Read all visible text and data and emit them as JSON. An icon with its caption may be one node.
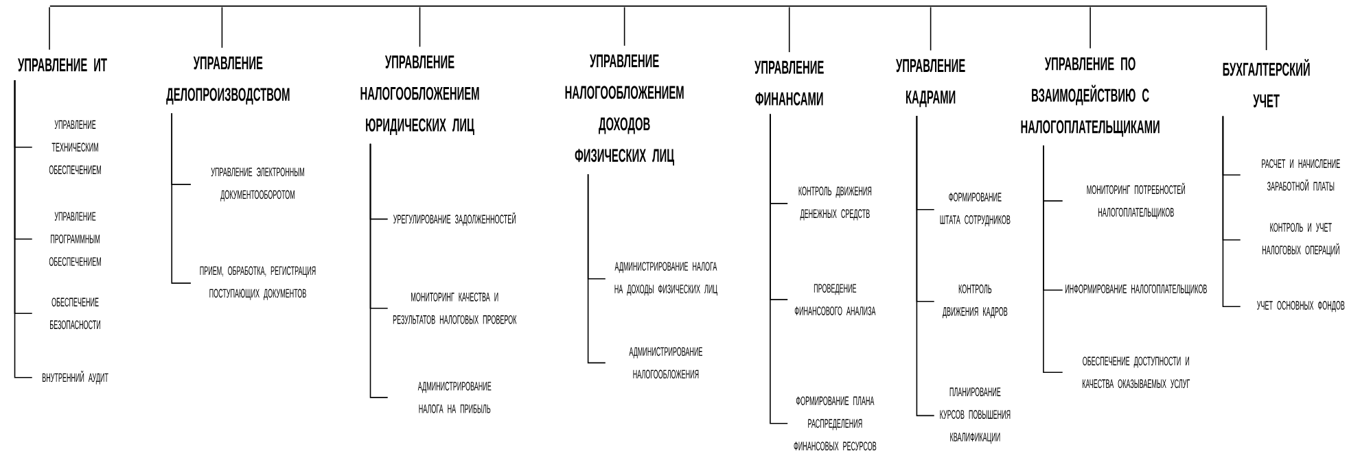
{
  "diagram": {
    "nodes": [
      {
        "text": [],
        "shape": "bar"
      },
      {
        "text": [
          "УПРАВЛЕНИЕ ИТ"
        ]
      },
      {
        "text": [
          "УПРАВЛЕНИЕ ТЕХНИЧЕСКИМ ОБЕСПЕЧЕНИЕМ"
        ]
      },
      {
        "text": [
          "УПРАВЛЕНИЕ ПРОГРАММНЫМ ОБЕСПЕЧЕНИЕМ"
        ]
      },
      {
        "text": [
          "ОБЕСПЕЧЕНИЕ БЕЗОПАСНОСТИ"
        ]
      },
      {
        "text": [
          "ВНУТРЕННИЙ АУДИТ"
        ]
      },
      {
        "text": [
          "УПРАВЛЕНИЕ ДЕЛОПРОИЗВОДСТВОМ"
        ]
      },
      {
        "text": [
          "УПРАВЛЕНИЕ ЭЛЕКТРОННЫМ ДОКУМЕНТООБОРОТОМ"
        ]
      },
      {
        "text": [
          "ПРИЕМ, ОБРАБОТКА, РЕГИСТРАЦИЯ ПОСТУПАЮЩИХ ДОКУМЕНТОВ"
        ]
      },
      {
        "text": [
          "УПРАВЛЕНИЕ НАЛОГООБЛОЖЕНИЕМ ЮРИДИЧЕСКИХ ЛИЦ"
        ]
      },
      {
        "text": [
          "УРЕГУЛИРОВАНИЕ ЗАДОЛЖЕННОСТЕЙ"
        ]
      },
      {
        "text": [
          "МОНИТОРИНГ КАЧЕСТВА И РЕЗУЛЬТАТОВ НАЛОГОВЫХ ПРОВЕРОК"
        ]
      },
      {
        "text": [
          "АДМИНИСТРИРОВАНИЕ НАЛОГА НА ПРИБЫЛЬ"
        ]
      },
      {
        "text": [
          "УПРАВЛЕНИЕ НАЛОГООБЛОЖЕНИЕМ ДОХОДОВ ФИЗИЧЕСКИХ ЛИЦ"
        ]
      },
      {
        "text": [
          "АДМИНИСТРИРОВАНИЕ НАЛОГА НА ДОХОДЫ ФИЗИЧЕСКИХ ЛИЦ"
        ]
      },
      {
        "text": [
          "АДМИНИСТРИРОВАНИЕ НАЛОГООБЛОЖЕНИЯ"
        ]
      },
      {
        "text": [
          "УПРАВЛЕНИЕ ФИНАНСАМИ"
        ]
      },
      {
        "text": [
          "КОНТРОЛЬ ДВИЖЕНИЯ ДЕНЕЖНЫХ СРЕДСТВ"
        ]
      },
      {
        "text": [
          "ПРОВЕДЕНИЕ ФИНАНСОВОГО АНАЛИЗА"
        ]
      },
      {
        "text": [
          "ФОРМИРОВАНИЕ ПЛАНА РАСПРЕДЕЛЕНИЯ ФИНАНСОВЫХ РЕСУРСОВ"
        ]
      },
      {
        "text": [
          "УПРАВЛЕНИЕ КАДРАМИ"
        ]
      },
      {
        "text": [
          "ФОРМИРОВАНИЕ ШТАТА СОТРУДНИКОВ"
        ]
      },
      {
        "text": [
          "КОНТРОЛЬ ДВИЖЕНИЯ КАДРОВ"
        ]
      },
      {
        "text": [
          "ПЛАНИРОВАНИЕ КУРСОВ ПОВЫШЕНИЯ КВАЛИФИКАЦИИ"
        ]
      },
      {
        "text": [
          "УПРАВЛЕНИЕ ПО ВЗАИМОДЕЙСТВИЮ С НАЛОГОПЛАТЕЛЬЩИКАМИ"
        ]
      },
      {
        "text": [
          "МОНИТОРИНГ ПОТРЕБНОСТЕЙ НАЛОГОПЛАТЕЛЬЩИКОВ"
        ]
      },
      {
        "text": [
          "ИНФОРМИРОВАНИЕ НАЛОГОПЛАТЕЛЬЩИКОВ"
        ]
      },
      {
        "text": [
          "ОБЕСПЕЧЕНИЕ ДОСТУПНОСТИ И КАЧЕСТВА ОКАЗЫВАЕМЫХ УСЛУГ"
        ]
      },
      {
        "text": [
          "БУХГАЛТЕРСКИЙ УЧЕТ"
        ]
      },
      {
        "text": [
          "РАСЧЕТ И НАЧИСЛЕНИЕ ЗАРАБОТНОЙ ПЛАТЫ"
        ]
      },
      {
        "text": [
          "КОНТРОЛЬ И УЧЕТ НАЛОГОВЫХ ОПЕРАЦИЙ"
        ]
      },
      {
        "text": [
          "УЧЕТ ОСНОВНЫХ ФОНДОВ"
        ]
      }
    ],
    "edges": [
      {
        "from": 0,
        "to": 1,
        "arrow": "none"
      },
      {
        "from": 0,
        "to": 6,
        "arrow": "none"
      },
      {
        "from": 0,
        "to": 9,
        "arrow": "none"
      },
      {
        "from": 0,
        "to": 13,
        "arrow": "none"
      },
      {
        "from": 0,
        "to": 16,
        "arrow": "none"
      },
      {
        "from": 0,
        "to": 20,
        "arrow": "none"
      },
      {
        "from": 0,
        "to": 24,
        "arrow": "none"
      },
      {
        "from": 0,
        "to": 28,
        "arrow": "none"
      },
      {
        "from": 1,
        "to": 2,
        "arrow": "none"
      },
      {
        "from": 1,
        "to": 3,
        "arrow": "none"
      },
      {
        "from": 1,
        "to": 4,
        "arrow": "none"
      },
      {
        "from": 1,
        "to": 5,
        "arrow": "none"
      },
      {
        "from": 6,
        "to": 7,
        "arrow": "none"
      },
      {
        "from": 6,
        "to": 8,
        "arrow": "none"
      },
      {
        "from": 9,
        "to": 10,
        "arrow": "none"
      },
      {
        "from": 9,
        "to": 11,
        "arrow": "none"
      },
      {
        "from": 9,
        "to": 12,
        "arrow": "none"
      },
      {
        "from": 13,
        "to": 14,
        "arrow": "none"
      },
      {
        "from": 13,
        "to": 15,
        "arrow": "none"
      },
      {
        "from": 16,
        "to": 17,
        "arrow": "none"
      },
      {
        "from": 16,
        "to": 18,
        "arrow": "none"
      },
      {
        "from": 16,
        "to": 19,
        "arrow": "none"
      },
      {
        "from": 20,
        "to": 21,
        "arrow": "none"
      },
      {
        "from": 20,
        "to": 22,
        "arrow": "none"
      },
      {
        "from": 20,
        "to": 23,
        "arrow": "none"
      },
      {
        "from": 24,
        "to": 25,
        "arrow": "none"
      },
      {
        "from": 24,
        "to": 26,
        "arrow": "none"
      },
      {
        "from": 24,
        "to": 27,
        "arrow": "none"
      },
      {
        "from": 28,
        "to": 29,
        "arrow": "none"
      },
      {
        "from": 28,
        "to": 30,
        "arrow": "none"
      },
      {
        "from": 28,
        "to": 31,
        "arrow": "none"
      }
    ]
  }
}
